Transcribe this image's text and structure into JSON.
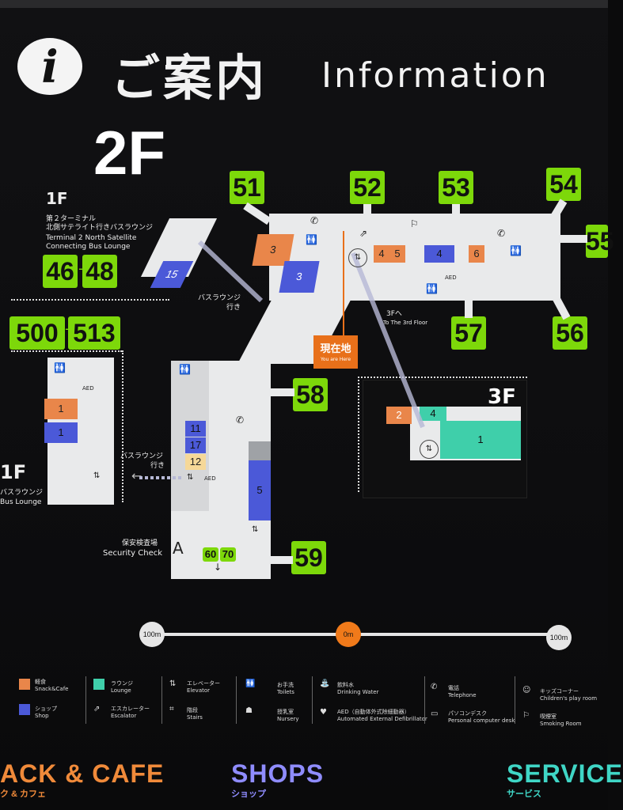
{
  "header": {
    "info_symbol": "i",
    "title_jp": "ご案内",
    "title_en": "Information"
  },
  "floor": "2F",
  "gates_top": [
    "51",
    "52",
    "53",
    "54",
    "55"
  ],
  "gates_right": [
    "57",
    "56"
  ],
  "gates_side": [
    "58",
    "59"
  ],
  "gates_bottom": [
    "60",
    "70"
  ],
  "zone_label": "A",
  "security": {
    "jp": "保安検査場",
    "en": "Security Check"
  },
  "bus_lounge_1f_north": {
    "floor": "1F",
    "jp1": "第２ターミナル",
    "jp2": "北側サテライト行きバスラウンジ",
    "en1": "Terminal 2 North Satellite",
    "en2": "Connecting Bus Lounge",
    "gates": [
      "46",
      "48"
    ]
  },
  "bus_lounge_1f_west": {
    "floor": "1F",
    "jp": "バスラウンジ",
    "en": "Bus Lounge",
    "gates": [
      "500",
      "513"
    ]
  },
  "bus_lounge_direction_1": {
    "jp1": "バスラウンジ",
    "jp2": "行き"
  },
  "bus_lounge_direction_2": {
    "jp1": "バスラウンジ",
    "jp2": "行き"
  },
  "to_3f": {
    "jp": "3F",
    "jp_suffix": "へ",
    "en": "To The 3rd Floor"
  },
  "you_are_here": {
    "jp": "現在地",
    "en": "You are Here"
  },
  "third_floor": {
    "label": "3F",
    "rooms": [
      "2",
      "4",
      "1"
    ]
  },
  "rooms_2f": {
    "north_row": [
      "3",
      "3",
      "4",
      "5",
      "4",
      "6"
    ],
    "satellite_15": "15",
    "west_column": [
      "1",
      "1"
    ],
    "middle_column": [
      "11",
      "17",
      "12"
    ],
    "shop_5": "5"
  },
  "aed": "AED",
  "scale": {
    "left": "100m",
    "center": "0m",
    "right": "100m"
  },
  "legend": [
    {
      "jp": "軽食",
      "en": "Snack&Cafe",
      "color": "#e9864a"
    },
    {
      "jp": "ショップ",
      "en": "Shop",
      "color": "#4b59d8"
    },
    {
      "jp": "ラウンジ",
      "en": "Lounge",
      "color": "#3fcfaa"
    },
    {
      "jp": "エスカレーター",
      "en": "Escalator"
    },
    {
      "jp": "エレベーター",
      "en": "Elevator"
    },
    {
      "jp": "階段",
      "en": "Stairs"
    },
    {
      "jp": "お手洗",
      "en": "Toilets"
    },
    {
      "jp": "授乳室",
      "en": "Nursery"
    },
    {
      "jp": "飲料水",
      "en": "Drinking Water"
    },
    {
      "jp": "AED（自動体外式除細動器）",
      "en": "Automated External Defibrillator"
    },
    {
      "jp": "電話",
      "en": "Telephone"
    },
    {
      "jp": "パソコンデスク",
      "en": "Personal computer desk"
    },
    {
      "jp": "キッズコーナー",
      "en": "Children's play room"
    },
    {
      "jp": "喫煙室",
      "en": "Smoking Room"
    }
  ],
  "categories": [
    {
      "en": "ACK & CAFE",
      "jp": "ク & カフェ",
      "color": "#f08a3a"
    },
    {
      "en": "SHOPS",
      "jp": "ショップ",
      "color": "#8f8cff"
    },
    {
      "en": "SERVICE",
      "jp": "サービス",
      "color": "#3fd6c6"
    }
  ]
}
